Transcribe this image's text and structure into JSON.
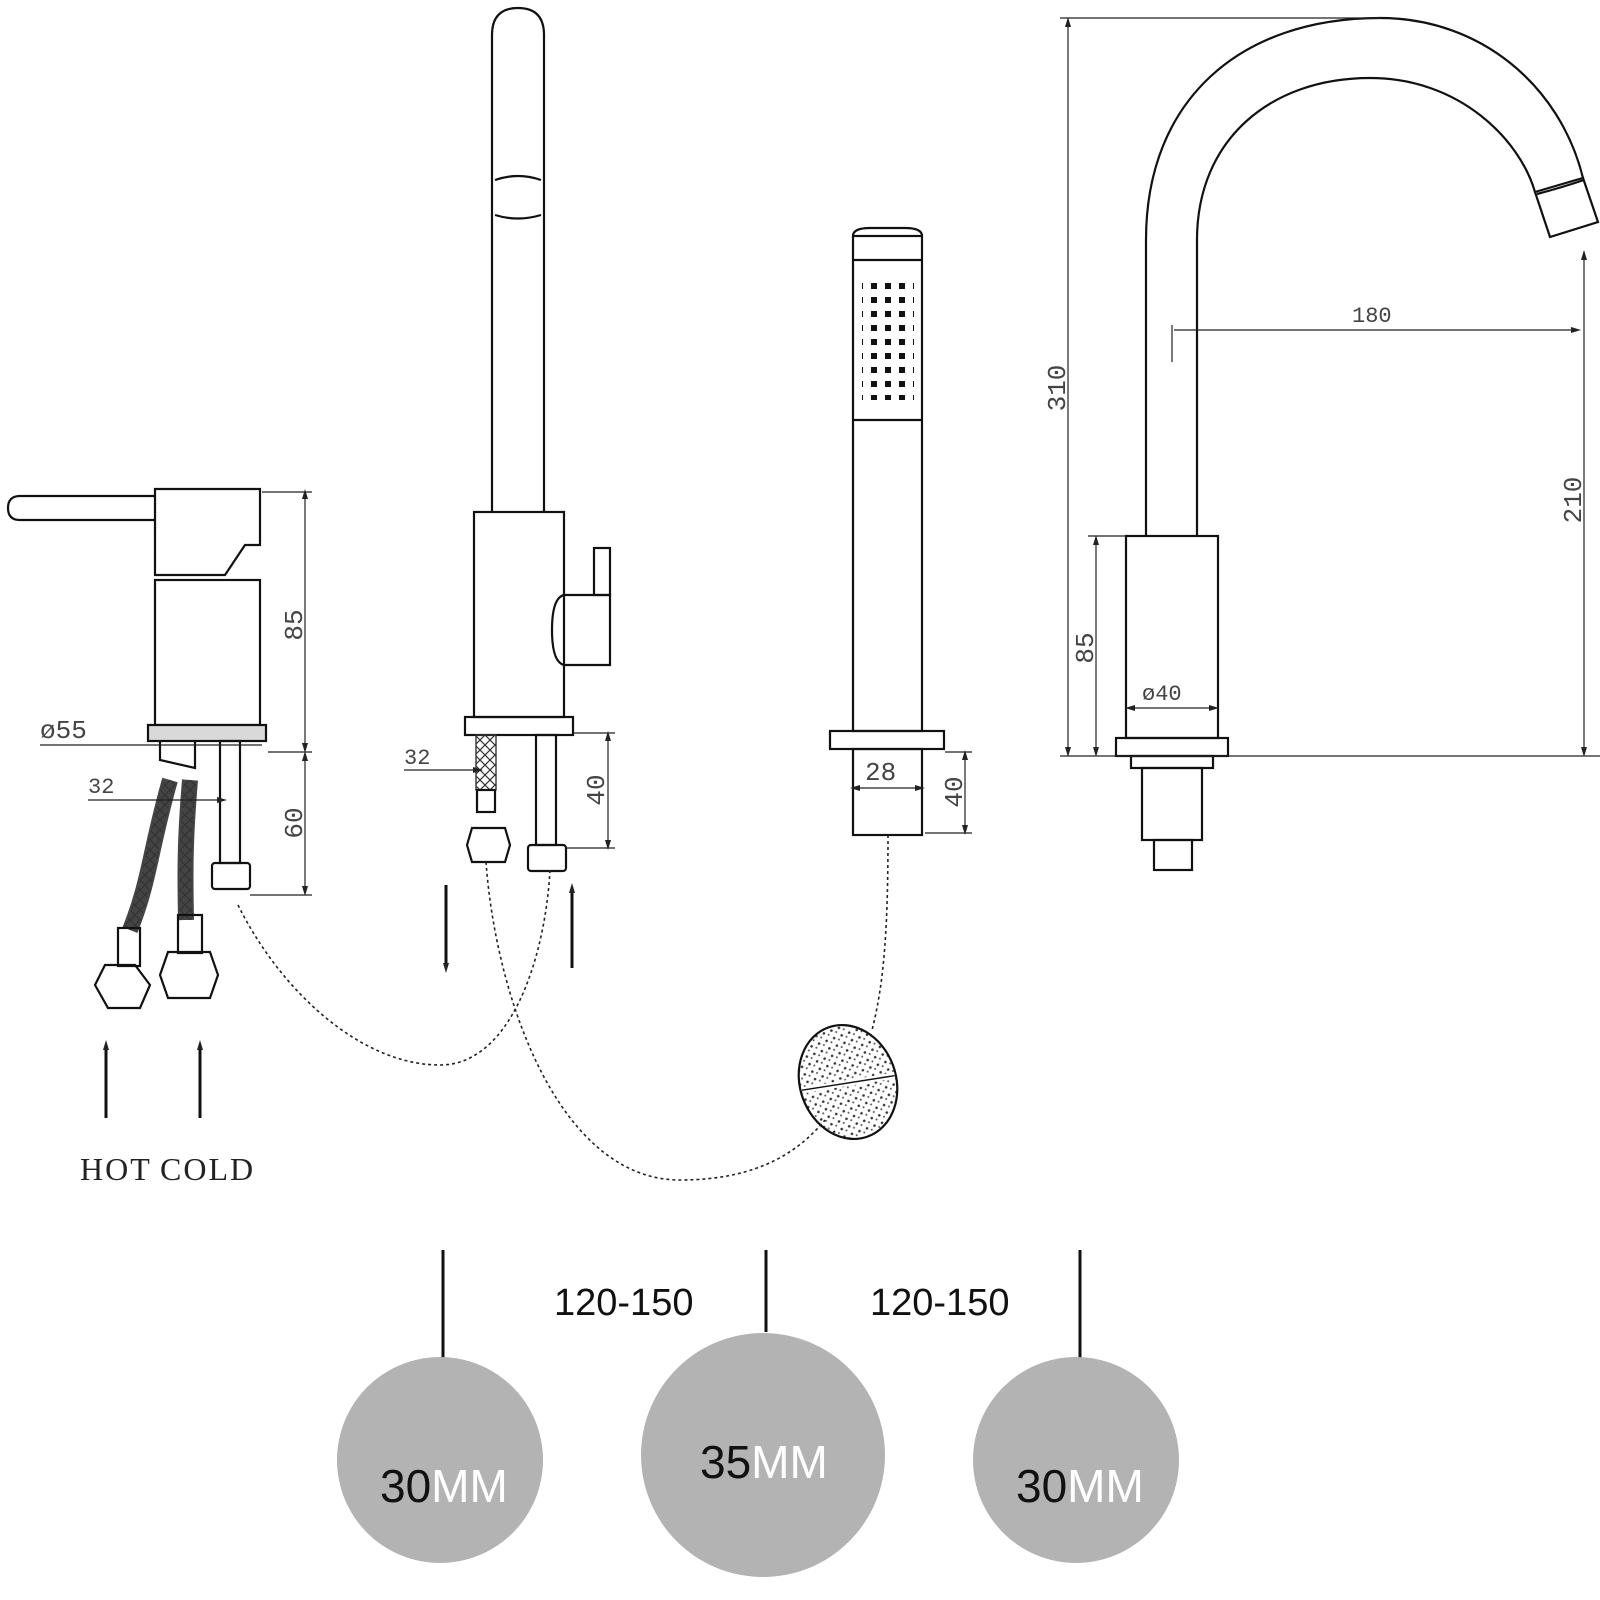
{
  "mixer": {
    "dim_height": "85",
    "dim_diameter": "ø55",
    "dim_pipe": "32",
    "dim_below": "60"
  },
  "diverter": {
    "dim_pipe": "32",
    "dim_below": "40"
  },
  "handshower": {
    "dim_width": "28",
    "dim_below": "40"
  },
  "spout": {
    "dim_total_height": "310",
    "dim_reach": "180",
    "dim_outlet_height": "210",
    "dim_body_height": "85",
    "dim_diameter": "ø40"
  },
  "inlets": {
    "hot_label": "HOT",
    "cold_label": "COLD"
  },
  "spacing": {
    "left": "120-150",
    "right": "120-150"
  },
  "holes": [
    {
      "number": "30",
      "unit": "MM"
    },
    {
      "number": "35",
      "unit": "MM"
    },
    {
      "number": "30",
      "unit": "MM"
    }
  ],
  "colors": {
    "hole_fill": "#b3b3b3",
    "line": "#111111"
  }
}
